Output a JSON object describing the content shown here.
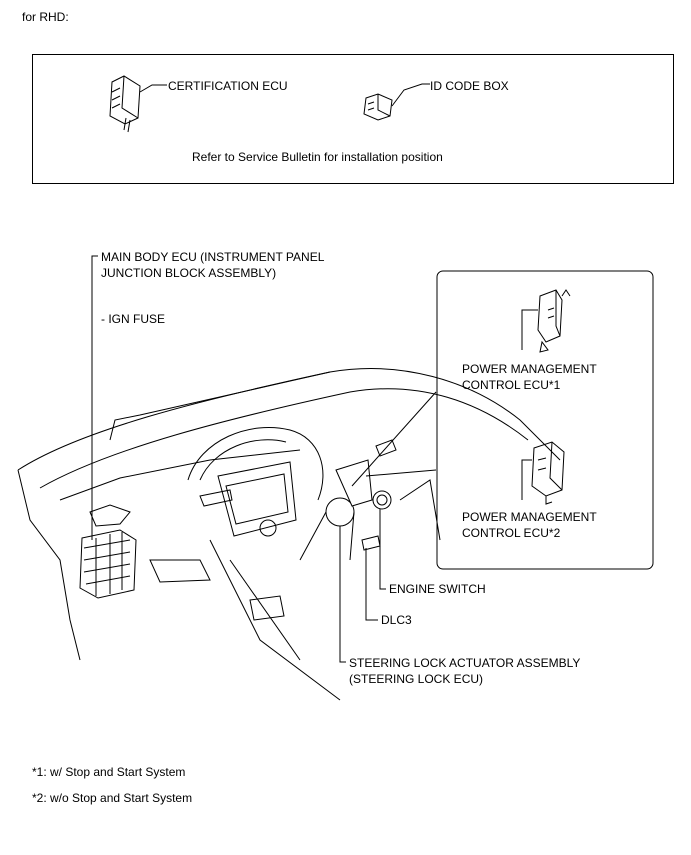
{
  "header_note": "for RHD:",
  "top_box": {
    "certification_ecu": "CERTIFICATION ECU",
    "id_code_box": "ID CODE BOX",
    "note": "Refer to Service Bulletin for installation position"
  },
  "labels": {
    "main_body_ecu_line1": "MAIN BODY ECU (INSTRUMENT PANEL",
    "main_body_ecu_line2": "JUNCTION BLOCK ASSEMBLY)",
    "ign_fuse": "- IGN FUSE",
    "engine_switch": "ENGINE SWITCH",
    "dlc3": "DLC3",
    "steering_lock_line1": "STEERING LOCK ACTUATOR ASSEMBLY",
    "steering_lock_line2": "(STEERING LOCK ECU)"
  },
  "inset": {
    "pm_ecu1_line1": "POWER MANAGEMENT",
    "pm_ecu1_line2": "CONTROL ECU*1",
    "pm_ecu2_line1": "POWER MANAGEMENT",
    "pm_ecu2_line2": "CONTROL ECU*2"
  },
  "footnotes": {
    "note1": "*1: w/ Stop and Start System",
    "note2": "*2: w/o Stop and Start System"
  }
}
